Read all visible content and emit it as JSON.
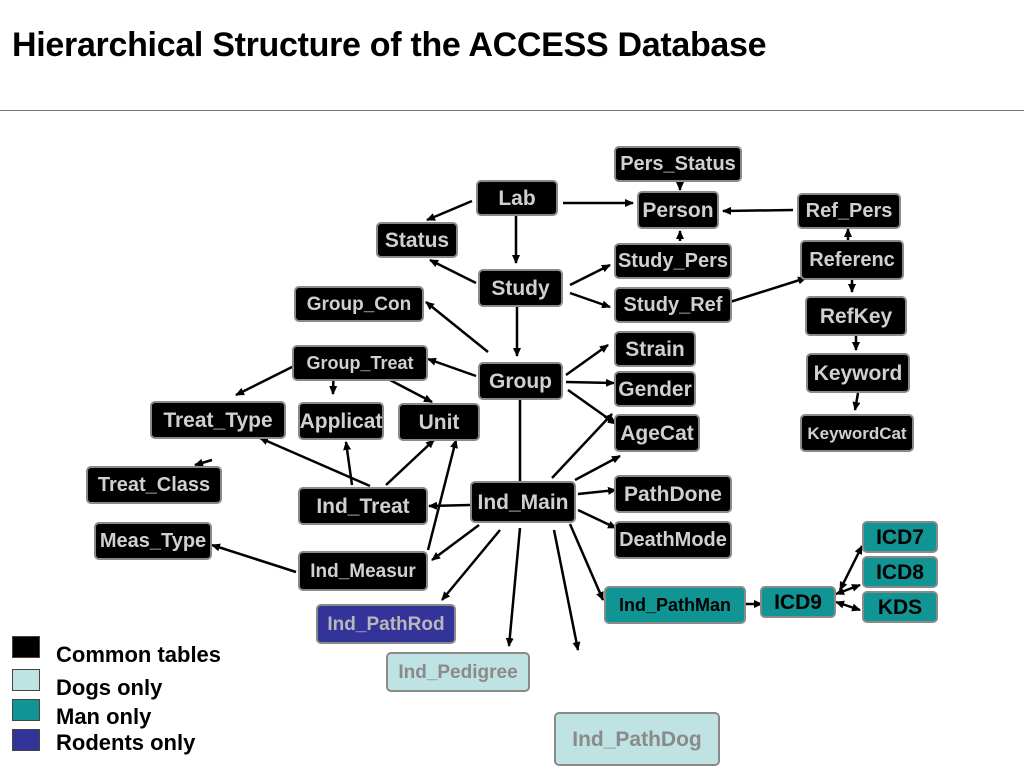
{
  "title": "Hierarchical Structure of the ACCESS Database",
  "colors": {
    "common": "#000000",
    "dogs": "#bfe3e3",
    "man": "#109494",
    "rodents": "#33339a",
    "arrow": "#000000"
  },
  "legend": [
    {
      "label": "Common tables",
      "type": "common"
    },
    {
      "label": "Dogs only",
      "type": "dog"
    },
    {
      "label": "Man only",
      "type": "man"
    },
    {
      "label": "Rodents only",
      "type": "rodent"
    }
  ],
  "nodes": [
    {
      "id": "pers_status",
      "label": "Pers_Status",
      "type": "common"
    },
    {
      "id": "lab",
      "label": "Lab",
      "type": "common"
    },
    {
      "id": "person",
      "label": "Person",
      "type": "common"
    },
    {
      "id": "ref_pers",
      "label": "Ref_Pers",
      "type": "common"
    },
    {
      "id": "status",
      "label": "Status",
      "type": "common"
    },
    {
      "id": "study_pers",
      "label": "Study_Pers",
      "type": "common"
    },
    {
      "id": "reference",
      "label": "Referenc",
      "type": "common"
    },
    {
      "id": "study",
      "label": "Study",
      "type": "common"
    },
    {
      "id": "group_con",
      "label": "Group_Con",
      "type": "common"
    },
    {
      "id": "study_ref",
      "label": "Study_Ref",
      "type": "common"
    },
    {
      "id": "refkey",
      "label": "RefKey",
      "type": "common"
    },
    {
      "id": "strain",
      "label": "Strain",
      "type": "common"
    },
    {
      "id": "group_treat",
      "label": "Group_Treat",
      "type": "common"
    },
    {
      "id": "group",
      "label": "Group",
      "type": "common"
    },
    {
      "id": "gender",
      "label": "Gender",
      "type": "common"
    },
    {
      "id": "keyword",
      "label": "Keyword",
      "type": "common"
    },
    {
      "id": "treat_type",
      "label": "Treat_Type",
      "type": "common"
    },
    {
      "id": "applicat",
      "label": "Applicat",
      "type": "common"
    },
    {
      "id": "unit",
      "label": "Unit",
      "type": "common"
    },
    {
      "id": "agecat",
      "label": "AgeCat",
      "type": "common"
    },
    {
      "id": "keywordcat",
      "label": "KeywordCat",
      "type": "common"
    },
    {
      "id": "treat_class",
      "label": "Treat_Class",
      "type": "common"
    },
    {
      "id": "pathdone",
      "label": "PathDone",
      "type": "common"
    },
    {
      "id": "ind_treat",
      "label": "Ind_Treat",
      "type": "common"
    },
    {
      "id": "ind_main",
      "label": "Ind_Main",
      "type": "common"
    },
    {
      "id": "meas_type",
      "label": "Meas_Type",
      "type": "common"
    },
    {
      "id": "deathmode",
      "label": "DeathMode",
      "type": "common"
    },
    {
      "id": "icd7",
      "label": "ICD7",
      "type": "man"
    },
    {
      "id": "ind_measur",
      "label": "Ind_Measur",
      "type": "common"
    },
    {
      "id": "icd8",
      "label": "ICD8",
      "type": "man"
    },
    {
      "id": "ind_pathman",
      "label": "Ind_PathMan",
      "type": "man"
    },
    {
      "id": "icd9",
      "label": "ICD9",
      "type": "man"
    },
    {
      "id": "kds",
      "label": "KDS",
      "type": "man"
    },
    {
      "id": "ind_pathrod",
      "label": "Ind_PathRod",
      "type": "rodent"
    },
    {
      "id": "ind_pedigree",
      "label": "Ind_Pedigree",
      "type": "dog"
    },
    {
      "id": "ind_pathdog",
      "label": "Ind_PathDog",
      "type": "dog"
    }
  ]
}
